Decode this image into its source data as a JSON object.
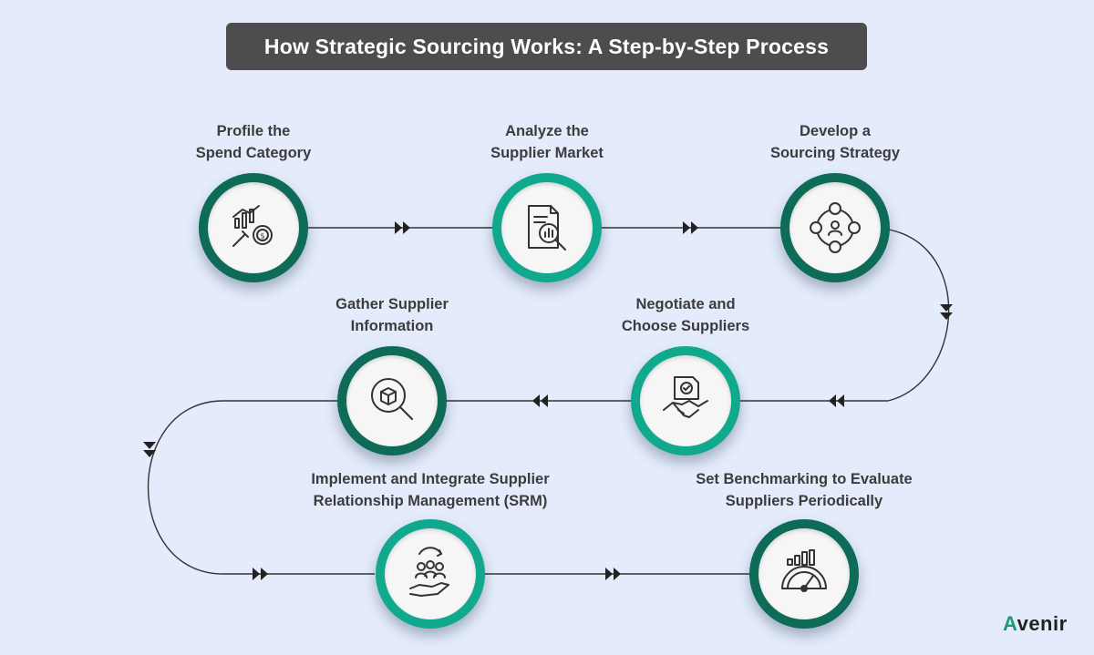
{
  "title": "How Strategic Sourcing Works: A Step-by-Step Process",
  "steps": [
    {
      "line1": "Profile the",
      "line2": "Spend Category",
      "icon": "analytics-gear-dollar-icon"
    },
    {
      "line1": "Analyze the",
      "line2": "Supplier Market",
      "icon": "document-magnifier-icon"
    },
    {
      "line1": "Develop a",
      "line2": "Sourcing Strategy",
      "icon": "strategy-cycle-icon"
    },
    {
      "line1": "Negotiate and",
      "line2": "Choose Suppliers",
      "icon": "handshake-contract-icon"
    },
    {
      "line1": "Gather Supplier",
      "line2": "Information",
      "icon": "box-search-icon"
    },
    {
      "line1": "Implement and Integrate Supplier",
      "line2": "Relationship Management (SRM)",
      "icon": "people-hand-icon"
    },
    {
      "line1": "Set Benchmarking to Evaluate",
      "line2": "Suppliers Periodically",
      "icon": "gauge-chart-icon"
    }
  ],
  "logo": {
    "accent": "A",
    "rest": "venir"
  },
  "colors": {
    "dark_green": "#0d6b58",
    "light_green": "#10a98d",
    "background": "#e4ecfb",
    "title_bg": "#4d4d4f"
  }
}
